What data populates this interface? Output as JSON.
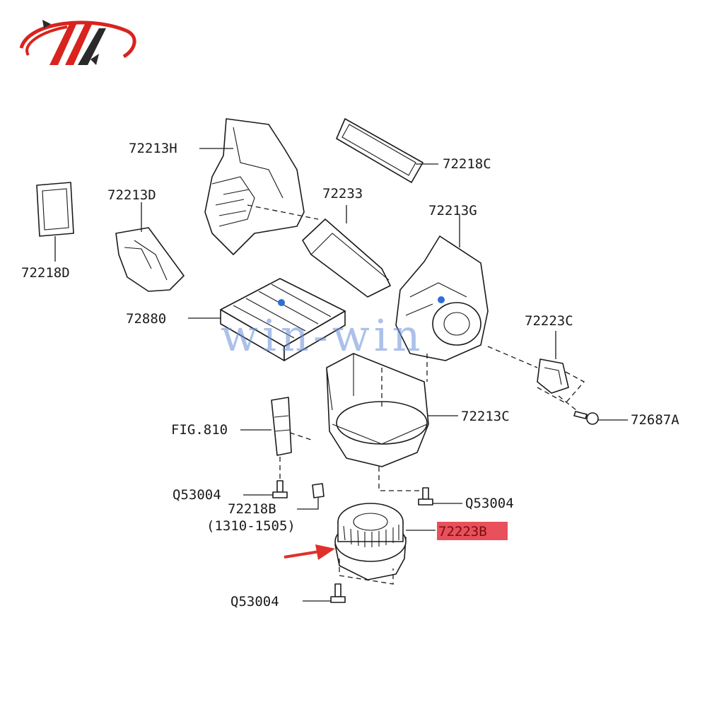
{
  "colors": {
    "logo_red": "#d9231e",
    "logo_dark": "#2a2a2a",
    "highlight_fill": "#e8505b",
    "arrow_red": "#e0302a",
    "watermark_blue": "#6a8fd8",
    "line": "#1a1a1a"
  },
  "watermark": "win-win",
  "labels": {
    "p72213H": "72213H",
    "p72218C": "72218C",
    "p72213D": "72213D",
    "p72233": "72233",
    "p72213G": "72213G",
    "p72218D": "72218D",
    "p72880": "72880",
    "p72223C": "72223C",
    "p72213C": "72213C",
    "p72687A": "72687A",
    "fig810": "FIG.810",
    "q53004_left": "Q53004",
    "q53004_right": "Q53004",
    "q53004_bottom": "Q53004",
    "p72218B": "72218B",
    "p72218B_range": "(1310-1505)",
    "p72223B": "72223B"
  },
  "highlighted_part": "72223B",
  "icons": {
    "logo": "brand-logo-icon",
    "pointer": "red-arrow-icon"
  }
}
